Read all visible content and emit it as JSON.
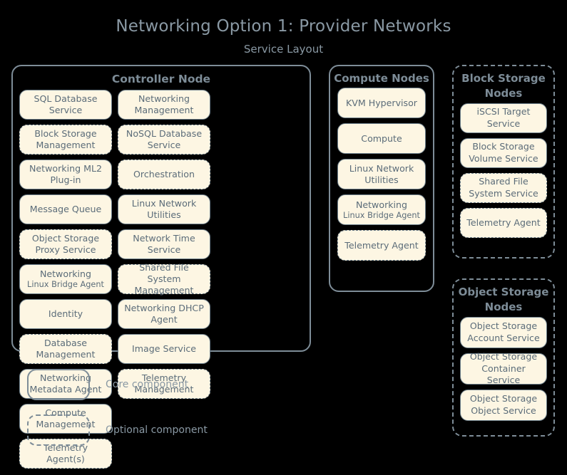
{
  "title": "Networking Option 1: Provider Networks",
  "subtitle": "Service Layout",
  "colors": {
    "background": "#000000",
    "box_fill": "#fdf6e3",
    "box_border": "#6f818d",
    "text": "#5b6c79",
    "panel_border": "#7e8d98",
    "heading": "#8a99a4"
  },
  "panels": {
    "controller": {
      "title": "Controller Node",
      "style": "solid",
      "columns": [
        [
          {
            "label": "SQL Database Service",
            "style": "solid"
          },
          {
            "label": "NoSQL Database Service",
            "style": "dashed"
          },
          {
            "label": "Message Queue",
            "style": "solid"
          },
          {
            "label": "Network Time Service",
            "style": "solid"
          },
          {
            "label": "Identity",
            "style": "solid"
          },
          {
            "label": "Image Service",
            "style": "solid"
          },
          {
            "label": "Compute Management",
            "style": "solid"
          }
        ],
        [
          {
            "label": "Networking Management",
            "style": "solid"
          },
          {
            "label": "Networking ML2 Plug-in",
            "style": "solid"
          },
          {
            "label": "Linux Network Utilities",
            "style": "solid"
          },
          {
            "label": "Networking",
            "sub": "Linux Bridge Agent",
            "style": "solid"
          },
          {
            "label": "Networking DHCP Agent",
            "style": "solid"
          },
          {
            "label": "Networking Metadata Agent",
            "style": "solid"
          },
          {
            "label": "",
            "style": "empty"
          }
        ],
        [
          {
            "label": "Block Storage Management",
            "style": "dashed"
          },
          {
            "label": "Orchestration",
            "style": "dashed"
          },
          {
            "label": "Object Storage Proxy Service",
            "style": "dashed"
          },
          {
            "label": "Shared File System Management",
            "style": "dashed"
          },
          {
            "label": "Database Management",
            "style": "dashed"
          },
          {
            "label": "Telemetry Management",
            "style": "dashed"
          },
          {
            "label": "Telemetry Agent(s)",
            "style": "dashed"
          }
        ]
      ]
    },
    "compute": {
      "title": "Compute Nodes",
      "style": "solid",
      "items": [
        {
          "label": "KVM Hypervisor",
          "style": "solid"
        },
        {
          "label": "Compute",
          "style": "solid"
        },
        {
          "label": "Linux Network Utilities",
          "style": "solid"
        },
        {
          "label": "Networking",
          "sub": "Linux Bridge Agent",
          "style": "solid"
        },
        {
          "label": "Telemetry Agent",
          "style": "dashed"
        }
      ]
    },
    "block_storage": {
      "title": "Block Storage Nodes",
      "style": "dashed",
      "items": [
        {
          "label": "iSCSI Target Service",
          "style": "solid"
        },
        {
          "label": "Block Storage Volume Service",
          "style": "solid"
        },
        {
          "label": "Shared File System Service",
          "style": "dashed"
        },
        {
          "label": "Telemetry Agent",
          "style": "dashed"
        }
      ]
    },
    "object_storage": {
      "title": "Object Storage Nodes",
      "style": "dashed",
      "items": [
        {
          "label": "Object Storage Account Service",
          "style": "solid"
        },
        {
          "label": "Object Storage Container Service",
          "style": "solid"
        },
        {
          "label": "Object Storage Object Service",
          "style": "solid"
        }
      ]
    }
  },
  "legend": {
    "core": "Core component",
    "optional": "Optional component"
  }
}
